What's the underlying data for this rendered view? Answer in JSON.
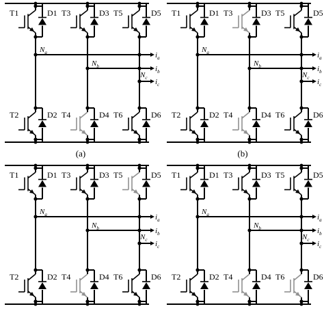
{
  "figure": {
    "panels": [
      {
        "id": "a",
        "caption": "(a)",
        "off_switches": [
          "T4"
        ]
      },
      {
        "id": "b",
        "caption": "(b)",
        "off_switches": [
          "T3",
          "T4"
        ]
      },
      {
        "id": "c",
        "caption": "",
        "off_switches": [
          "T4",
          "T5"
        ]
      },
      {
        "id": "d",
        "caption": "",
        "off_switches": [
          "T4",
          "T6"
        ]
      }
    ],
    "labels": {
      "T1": "T1",
      "T2": "T2",
      "T3": "T3",
      "T4": "T4",
      "T5": "T5",
      "T6": "T6",
      "D1": "D1",
      "D2": "D2",
      "D3": "D3",
      "D4": "D4",
      "D5": "D5",
      "D6": "D6",
      "node_a": "N",
      "node_a_sub": "a",
      "node_b": "N",
      "node_b_sub": "b",
      "node_c": "N",
      "node_c_sub": "c",
      "current_a": "i",
      "current_a_sub": "a",
      "current_b": "i",
      "current_b_sub": "b",
      "current_c": "i",
      "current_c_sub": "c"
    },
    "colors": {
      "on": "#000000",
      "off": "#909090"
    }
  }
}
